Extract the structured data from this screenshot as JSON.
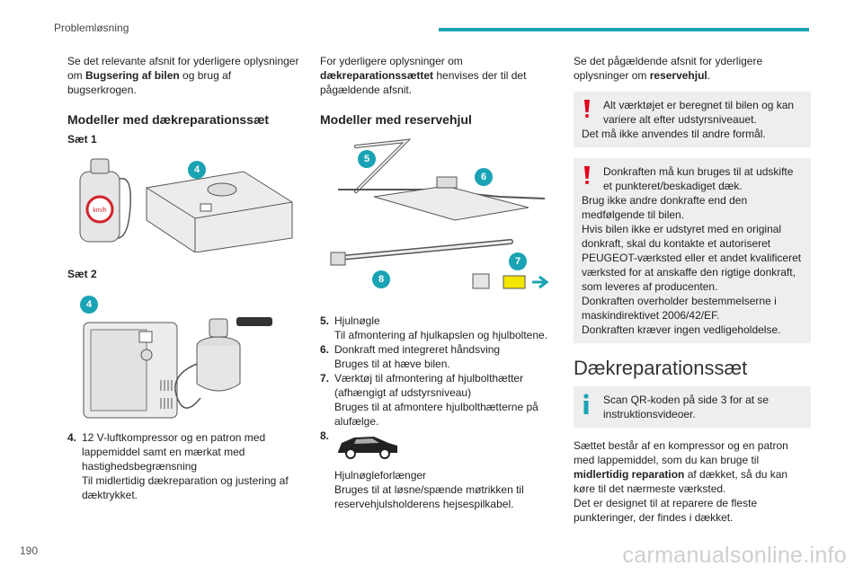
{
  "header": {
    "section_title": "Problemløsning"
  },
  "footer": {
    "page_number": "190",
    "watermark": "carmanualsonline.info"
  },
  "col1": {
    "intro_prefix": "Se det relevante afsnit for yderligere oplysninger om ",
    "intro_bold": "Bugsering af bilen",
    "intro_suffix": " og brug af bugserkrogen.",
    "heading": "Modeller med dækreparationssæt",
    "set1_label": "Sæt 1",
    "set2_label": "Sæt 2",
    "fig1_badge": "4",
    "fig2_badge": "4",
    "item4_num": "4.",
    "item4_text": "12 V-luftkompressor og en patron med lappemiddel samt en mærkat med hastighedsbegrænsning",
    "item4_desc": "Til midlertidig dækreparation og justering af dæktrykket."
  },
  "col2": {
    "intro_prefix": "For yderligere oplysninger om ",
    "intro_bold": "dækreparationssættet",
    "intro_suffix": " henvises der til det pågældende afsnit.",
    "heading": "Modeller med reservehjul",
    "badges": [
      "5",
      "6",
      "7",
      "8"
    ],
    "items": [
      {
        "num": "5.",
        "title": "Hjulnøgle",
        "desc": "Til afmontering af hjulkapslen og hjulboltene."
      },
      {
        "num": "6.",
        "title": "Donkraft med integreret håndsving",
        "desc": "Bruges til at hæve bilen."
      },
      {
        "num": "7.",
        "title": "Værktøj til afmontering af hjulbolthætter (afhængigt af udstyrsniveau)",
        "desc": "Bruges til at afmontere hjulbolthætterne på alufælge."
      },
      {
        "num": "8.",
        "title": "Hjulnøgleforlænger",
        "desc": "Bruges til at løsne/spænde møtrikken til reservehjulsholderens hejsespilkabel."
      }
    ]
  },
  "col3": {
    "intro_prefix": "Se det pågældende afsnit for yderligere oplysninger om ",
    "intro_bold": "reservehjul",
    "intro_suffix": ".",
    "warning1_first": "Alt værktøjet er beregnet til bilen og kan variere alt efter udstyrsniveauet.",
    "warning1_rest": "Det må ikke anvendes til andre formål.",
    "warning2_first": "Donkraften må kun bruges til at udskifte et punkteret/beskadiget dæk.",
    "warning2_lines": [
      "Brug ikke andre donkrafte end den medfølgende til bilen.",
      "Hvis bilen ikke er udstyret med en original donkraft, skal du kontakte et autoriseret PEUGEOT-værksted eller et andet kvalificeret værksted for at anskaffe den rigtige donkraft, som leveres af producenten.",
      "Donkraften overholder bestemmelserne i maskindirektivet 2006/42/EF.",
      "Donkraften kræver ingen vedligeholdelse."
    ],
    "section_title": "Dækreparationssæt",
    "info_text": "Scan QR-koden på side 3 for at se instruktionsvideoer.",
    "body1_prefix": "Sættet består af en kompressor og en patron med lappemiddel, som du kan bruge til ",
    "body1_bold": "midlertidig reparation",
    "body1_suffix": " af dækket, så du kan køre til det nærmeste værksted.",
    "body2": "Det er designet til at reparere de fleste punkteringer, der findes i dækket."
  },
  "colors": {
    "accent": "#1aa3b4",
    "warning": "#e3001b",
    "note_bg": "#eeeeee"
  }
}
